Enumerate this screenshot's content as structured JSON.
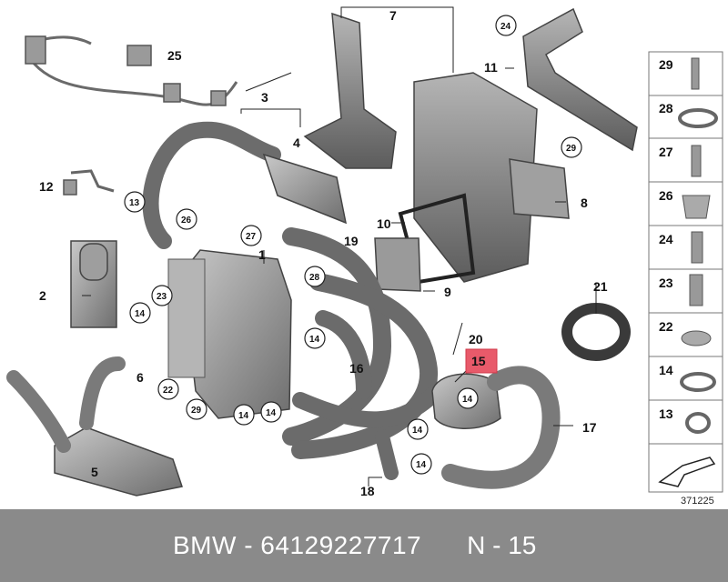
{
  "callouts": {
    "c1": "1",
    "c2": "2",
    "c3": "3",
    "c4": "4",
    "c5": "5",
    "c6": "6",
    "c7": "7",
    "c8": "8",
    "c9": "9",
    "c10": "10",
    "c11": "11",
    "c12": "12",
    "c15": "15",
    "c16": "16",
    "c17": "17",
    "c18": "18",
    "c19": "19",
    "c20": "20",
    "c21": "21",
    "c25": "25"
  },
  "circles": {
    "n24": "24",
    "n29a": "29",
    "n13": "13",
    "n26": "26",
    "n27": "27",
    "n28": "28",
    "n23": "23",
    "n14a": "14",
    "n14b": "14",
    "n14c": "14",
    "n14d": "14",
    "n14e": "14",
    "n14f": "14",
    "n14g": "14",
    "n14h": "14",
    "n22": "22",
    "n29b": "29"
  },
  "legend": [
    "29",
    "28",
    "27",
    "26",
    "24",
    "23",
    "22",
    "14",
    "13"
  ],
  "diagram_code": "371225",
  "footer": {
    "text": "BMW - 64129227717",
    "ref": "N - 15"
  },
  "colors": {
    "highlight": "#e85a6a",
    "part_gray": "#8c8c8c",
    "footer_bg": "#8a8a8a"
  }
}
